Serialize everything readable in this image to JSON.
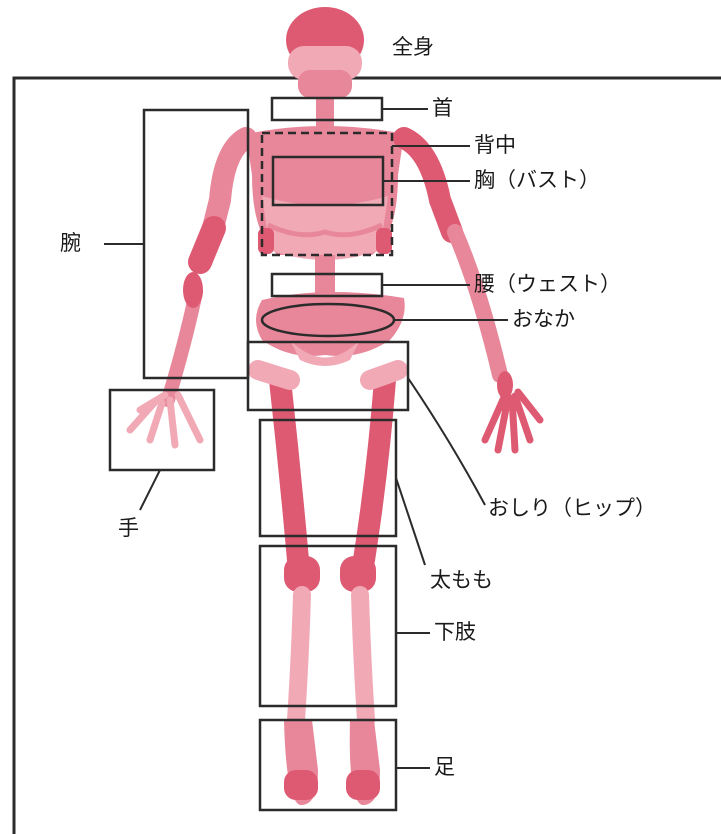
{
  "colors": {
    "bone_dark": "#de5a73",
    "bone_light": "#f1a9b6",
    "bone_mid": "#e8879a",
    "frame": "#2b2b2b"
  },
  "labels": {
    "whole_body": "全身",
    "neck": "首",
    "back": "背中",
    "chest": "胸（バスト）",
    "arm": "腕",
    "waist": "腰（ウェスト）",
    "belly": "おなか",
    "hand": "手",
    "hip": "おしり（ヒップ）",
    "thigh": "太もも",
    "lower_leg": "下肢",
    "foot": "足"
  }
}
